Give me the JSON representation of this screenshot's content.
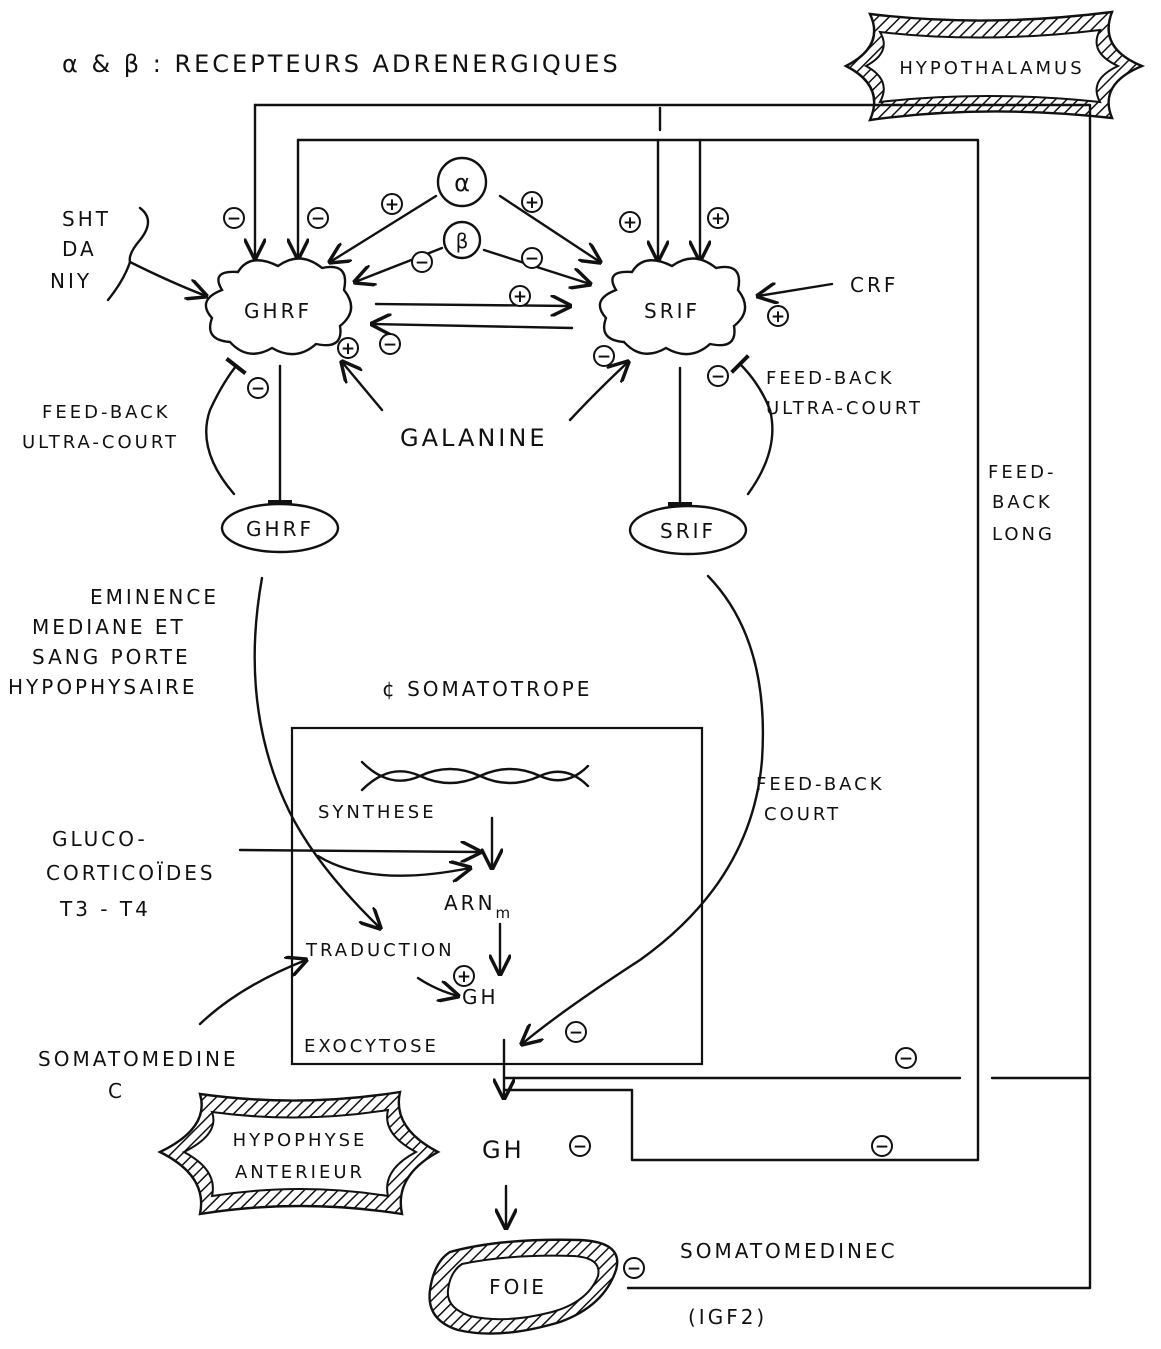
{
  "header": {
    "legend": "α & β : RECEPTEURS ADRENERGIQUES"
  },
  "organs": {
    "hypothalamus": "HYPOTHALAMUS",
    "hypophyse_line1": "HYPOPHYSE",
    "hypophyse_line2": "ANTERIEUR",
    "foie": "FOIE"
  },
  "nodes": {
    "alpha": "α",
    "beta": "β",
    "ghrf": "GHRF",
    "srif": "SRIF",
    "ghrf_secreted": "GHRF",
    "srif_secreted": "SRIF",
    "gh_cell": "GH",
    "gh_out": "GH",
    "arnm": "ARN",
    "arnm_sub": "m"
  },
  "labels": {
    "sht": "SHT",
    "da": "DA",
    "niy": "NIY",
    "crf": "CRF",
    "galanine": "GALANINE",
    "fb_ultra_left_1": "FEED-BACK",
    "fb_ultra_left_2": "ULTRA-COURT",
    "fb_ultra_right_1": "FEED-BACK",
    "fb_ultra_right_2": "ULTRA-COURT",
    "fb_long_1": "FEED-",
    "fb_long_2": "BACK",
    "fb_long_3": "LONG",
    "eminence_1": "EMINENCE",
    "eminence_2": "MEDIANE ET",
    "eminence_3": "SANG PORTE",
    "eminence_4": "HYPOPHYSAIRE",
    "cell_title": "¢ SOMATOTROPE",
    "synthese": "SYNTHESE",
    "traduction": "TRADUCTION",
    "exocytose": "EXOCYTOSE",
    "gluco_1": "GLUCO-",
    "gluco_2": "CORTICOÏDES",
    "gluco_3": "T3 - T4",
    "fb_court_1": "FEED-BACK",
    "fb_court_2": "COURT",
    "somatomedine_1": "SOMATOMEDINE",
    "somatomedine_2": "C",
    "somatomedinec": "SOMATOMEDINEC",
    "igf": "(IGF2)"
  },
  "signs": {
    "plus": "+",
    "minus": "−"
  }
}
